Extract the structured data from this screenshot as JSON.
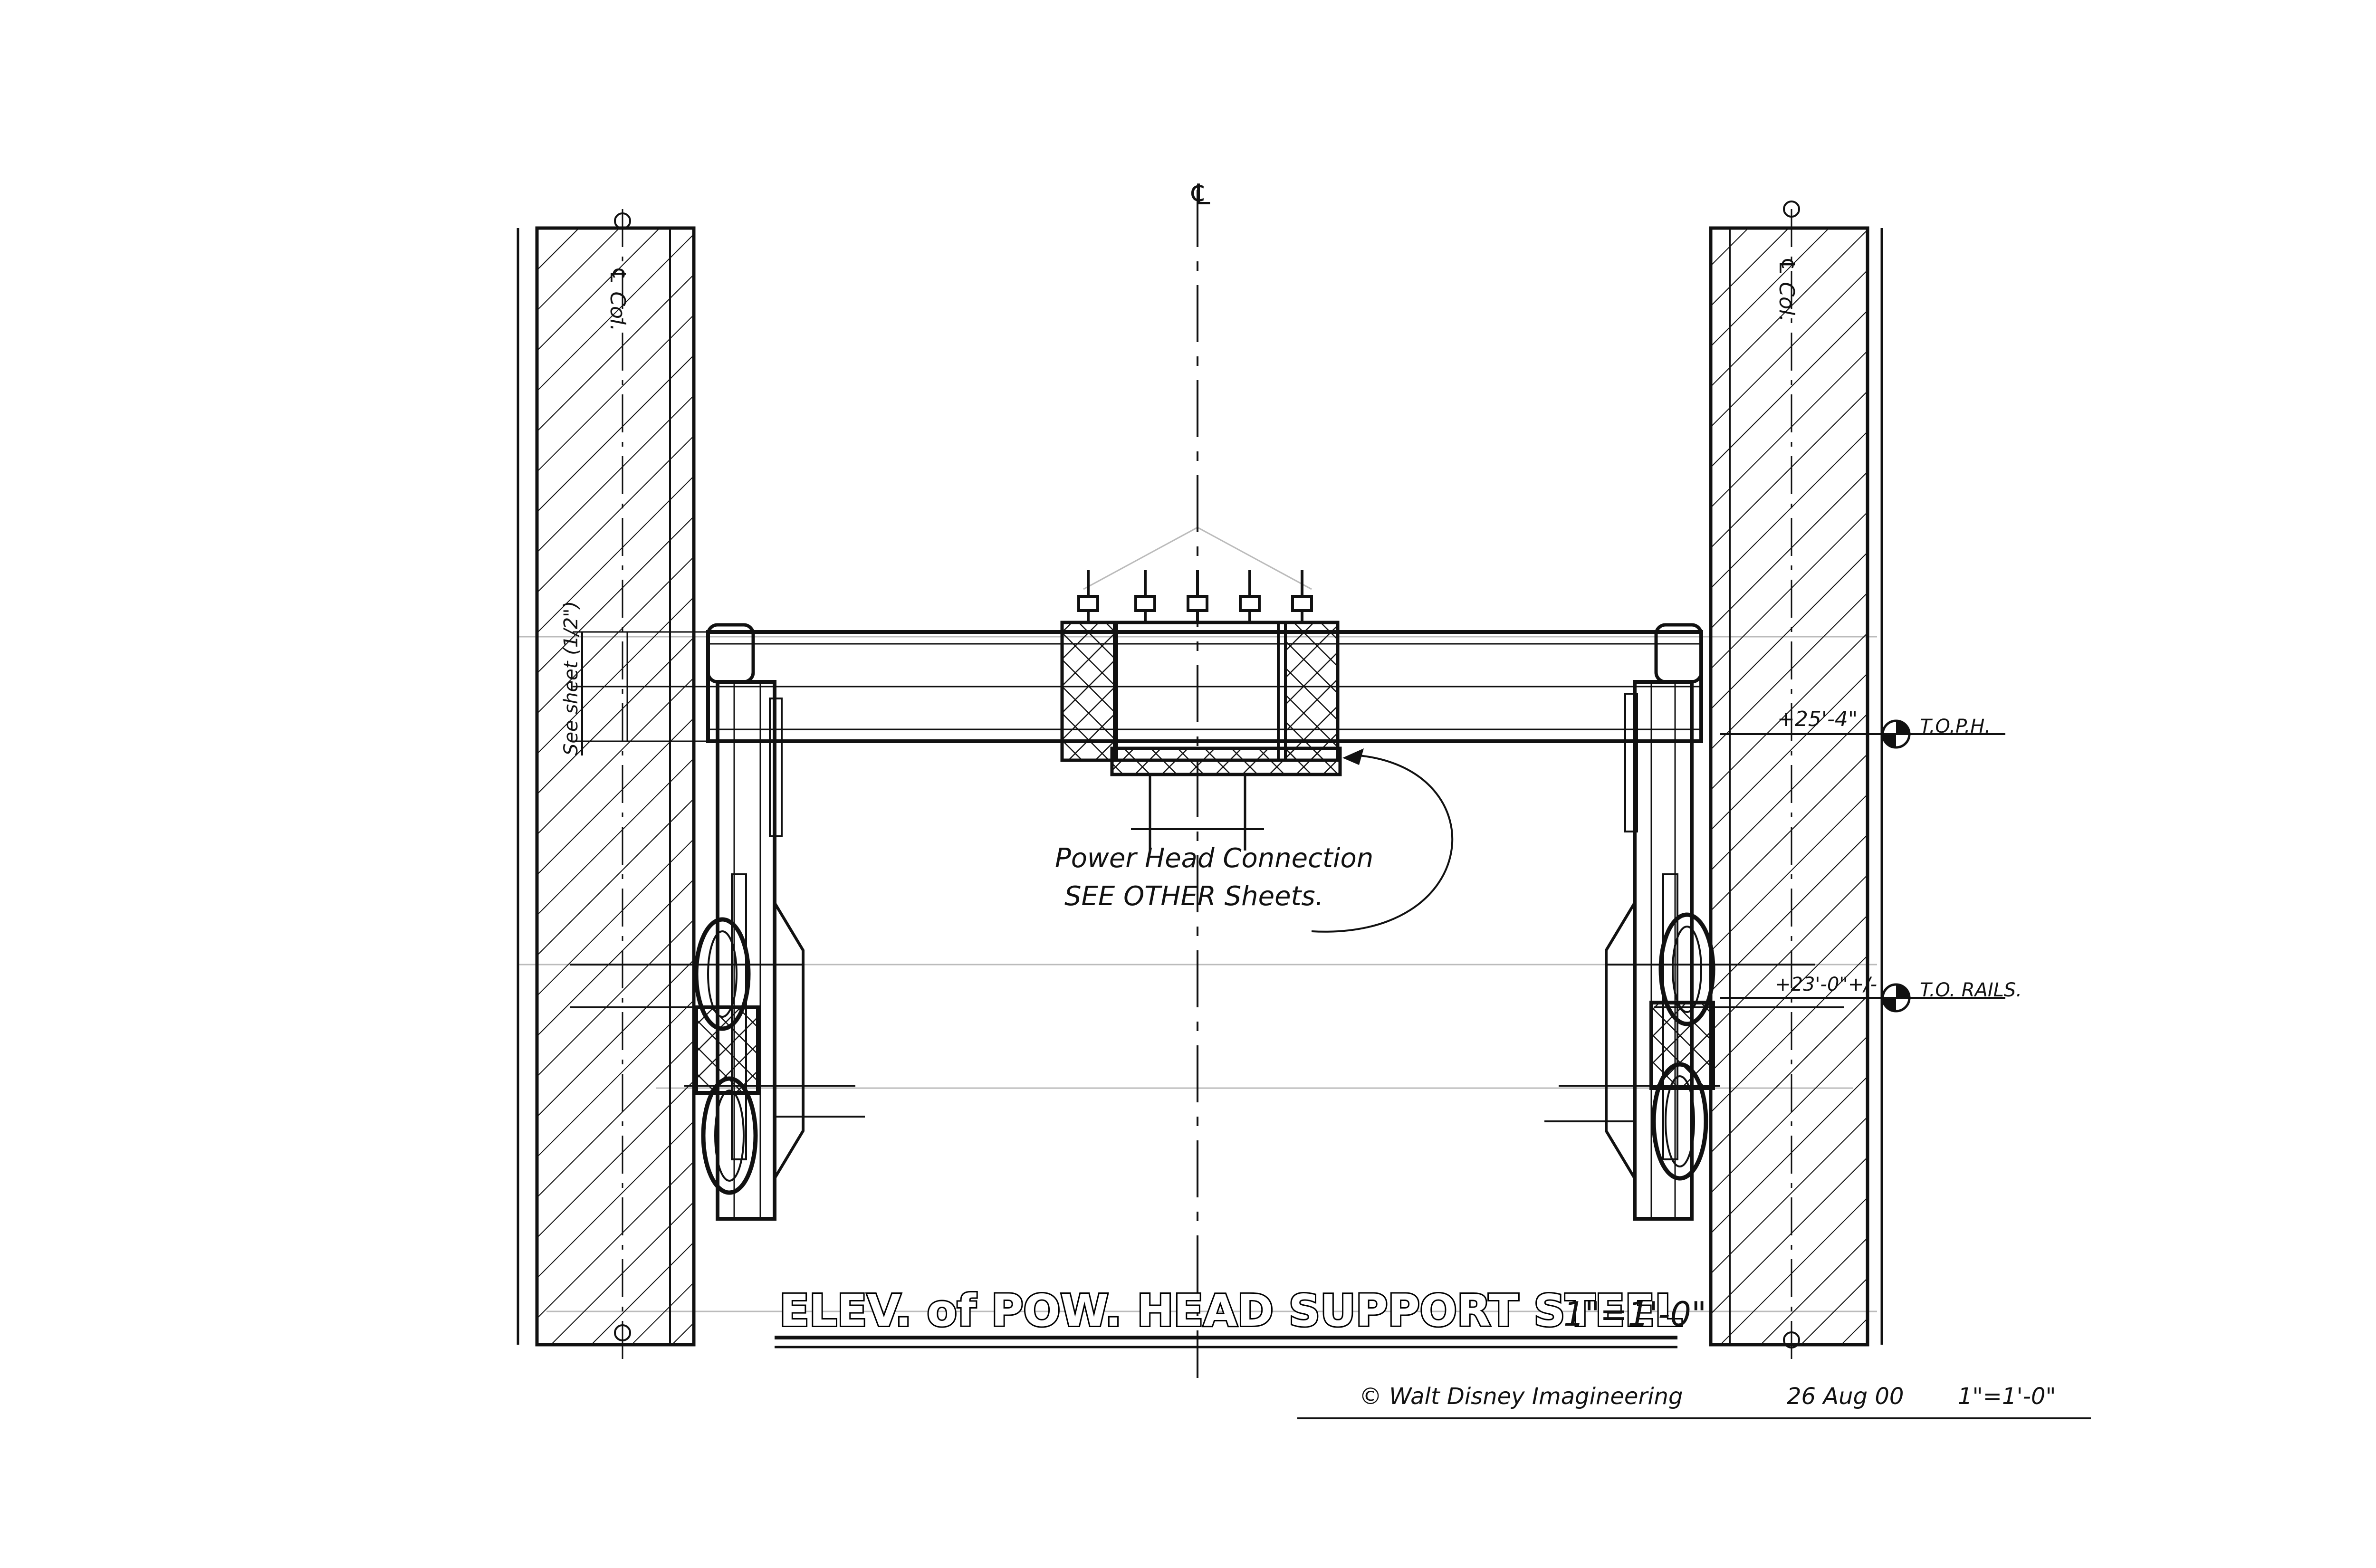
{
  "drawing": {
    "centerline_mark": "℄",
    "left_column_label": "℄ Col.",
    "right_column_label": "℄ Col.",
    "bracket_note": "See sheet (1/2\")",
    "callout_line1": "Power Head Connection",
    "callout_line2": "SEE OTHER Sheets.",
    "elev_top_value": "+25'-4\"",
    "elev_top_label": "T.O.P.H.",
    "elev_rail_value": "+23'-0\"+/-",
    "elev_rail_label": "T.O. RAILS.",
    "title": "ELEV. of POW. HEAD SUPPORT STEEL",
    "title_scale": "1\"=1'-0\"",
    "credit": "© Walt Disney Imagineering",
    "date": "26 Aug 00",
    "scale": "1\"=1'-0\""
  },
  "colors": {
    "ink": "#111111",
    "paper": "#ffffff"
  }
}
